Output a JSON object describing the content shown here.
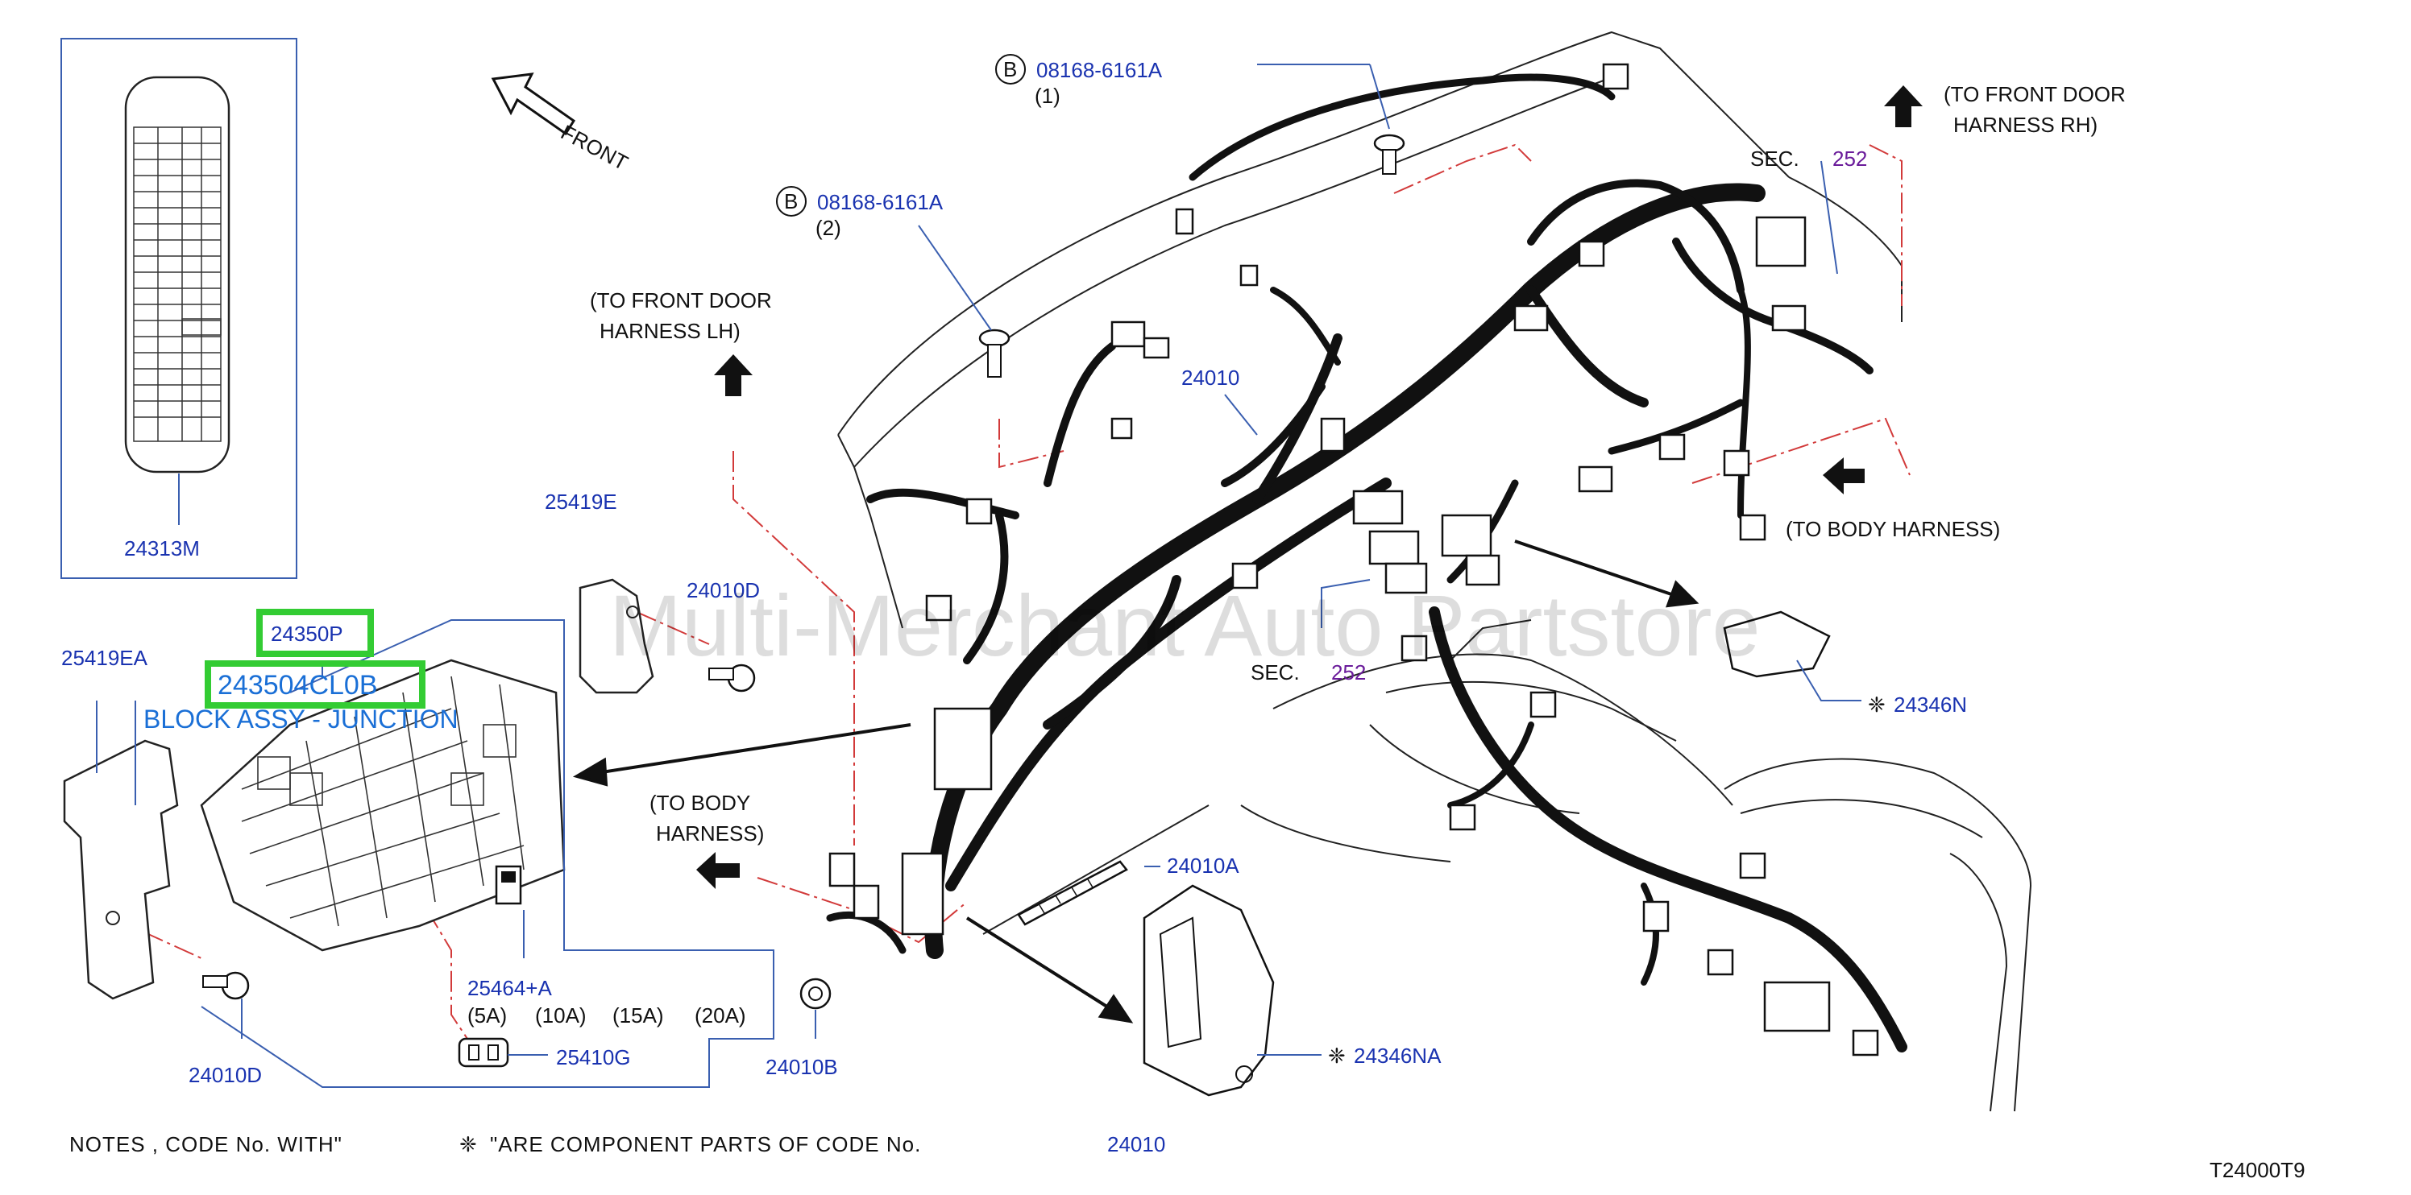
{
  "diagram": {
    "watermark": "Multi-Merchant Auto Partstore",
    "figure_code": "T24000T9",
    "front_label": "FRONT",
    "parts": {
      "p24313M": "24313M",
      "p25419EA": "25419EA",
      "p24350P": "24350P",
      "p243504CL0B": "243504CL0B",
      "block_name": "BLOCK ASSY - JUNCTION",
      "p25419E": "25419E",
      "p24010D_top": "24010D",
      "p24010D_bottom": "24010D",
      "p25464A": "25464+A",
      "fuse_5a": "(5A)",
      "fuse_10a": "(10A)",
      "fuse_15a": "(15A)",
      "fuse_20a": "(20A)",
      "p25410G": "25410G",
      "p24010B": "24010B",
      "p24010A": "24010A",
      "p24346NA": "24346NA",
      "p24346N": "24346N",
      "p24010_main": "24010",
      "bolt1_circle": "B",
      "bolt1_code": "08168-6161A",
      "bolt1_qty": "(1)",
      "bolt2_circle": "B",
      "bolt2_code": "08168-6161A",
      "bolt2_qty": "(2)",
      "sec_top_label": "SEC.",
      "sec_top_num": "252",
      "sec_mid_label": "SEC.",
      "sec_mid_num": "252"
    },
    "directions": {
      "front_door_lh_1": "(TO  FRONT  DOOR",
      "front_door_lh_2": "HARNESS  LH)",
      "front_door_rh_1": "(TO  FRONT  DOOR",
      "front_door_rh_2": "HARNESS  RH)",
      "body_right": "(TO  BODY  HARNESS)",
      "body_left_1": "(TO  BODY",
      "body_left_2": "HARNESS)"
    },
    "notes": {
      "prefix": "NOTES  ,  CODE  No.  WITH\"",
      "suffix": "\"ARE  COMPONENT  PARTS  OF  CODE  No.",
      "code": "24010"
    },
    "colors": {
      "part_number": "#1a33b0",
      "section_ref": "#6a1b9a",
      "leader_line": "#3a5fb0",
      "dash_dot": "#d23a3a",
      "highlight": "#33cc33",
      "harness": "#111111"
    }
  }
}
